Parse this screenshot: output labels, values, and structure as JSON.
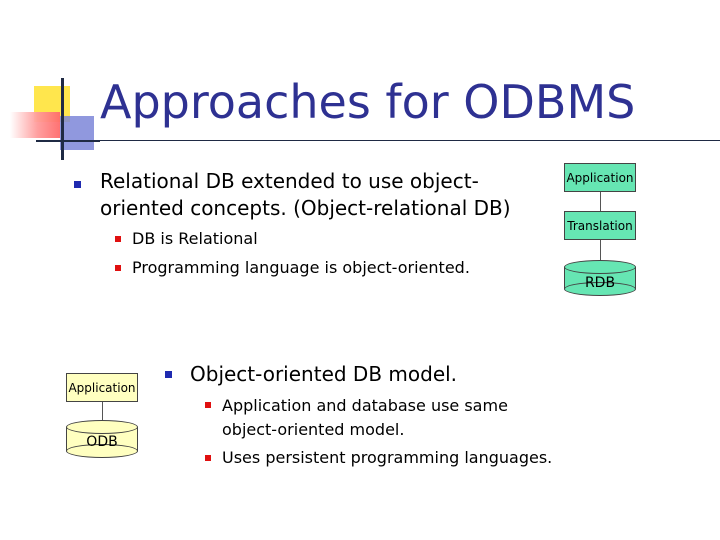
{
  "slide": {
    "title": "Approaches for ODBMS",
    "section1": {
      "bullet_line1": "Relational DB extended to use object-",
      "bullet_line2": "oriented concepts. (Object-relational DB)",
      "sub_bullets": [
        "DB is Relational",
        "Programming language is object-oriented."
      ]
    },
    "section2": {
      "bullet": "Object-oriented DB model.",
      "sub1_line1": "Application and database use same",
      "sub1_line2": "object-oriented model.",
      "sub2": "Uses persistent programming languages."
    }
  },
  "diagram1": {
    "application_label": "Application",
    "translation_label": "Translation",
    "db_label": "RDB",
    "fill_color": "#66e6b3"
  },
  "diagram2": {
    "application_label": "Application",
    "db_label": "ODB",
    "fill_color": "#ffffc0"
  },
  "colors": {
    "title": "#2e3192",
    "bullet_level1": "#1f2ab0",
    "bullet_level2": "#e01010"
  }
}
